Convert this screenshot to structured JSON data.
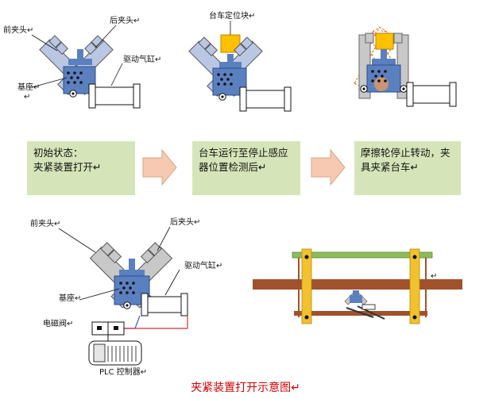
{
  "labels": {
    "front_clamp": "前夹头↵",
    "rear_clamp": "后夹头↵",
    "cylinder": "驱动气缸↵",
    "base": "基座↵",
    "base_sub": "↵",
    "positioning_block": "台车定位块↵",
    "front_clamp_b": "前夹头↵",
    "rear_clamp_b": "后夹头↵",
    "cylinder_b": "驱动气缸↵",
    "base_b": "基座↵",
    "solenoid_valve": "电磁阀↵",
    "plc": "PLC 控制器↵",
    "rail_mark": "↵"
  },
  "steps": [
    {
      "line1": "初始状态：",
      "line2": "夹紧装置打开↵"
    },
    {
      "line1": "台车运行至停止感应",
      "line2": "器位置检测后↵"
    },
    {
      "line1": "摩擦轮停止转动，夹",
      "line2": "具夹紧台车↵"
    }
  ],
  "caption": "夹紧装置打开示意图↵",
  "colors": {
    "arm": "#b9c7e3",
    "arm_grey": "#c8c8c8",
    "base": "#5b80c0",
    "block": "#ffc000",
    "step_box": "#d6e5b9",
    "arrow": "#f6c9b0",
    "rail_brown": "#a0522d",
    "rail_green": "#8fbc5a",
    "post_yellow": "#f2c12e",
    "caption_red": "#d20000"
  }
}
